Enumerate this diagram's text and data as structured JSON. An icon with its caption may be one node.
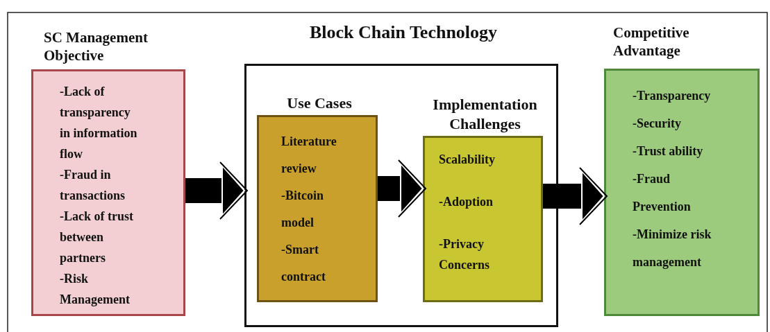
{
  "diagram": {
    "nodes": [
      {
        "text": [
          "SC Management Objective",
          "-Lack of transparency in information flow",
          "-Fraud in transactions",
          "-Lack of trust between partners",
          "-Risk Management"
        ]
      },
      {
        "text": [
          "Block Chain Technology"
        ]
      },
      {
        "text": [
          "Use Cases",
          "Literature review",
          "-Bitcoin model",
          "-Smart contract"
        ],
        "in": 1
      },
      {
        "text": [
          "Implementation Challenges",
          "Scalability",
          "-Adoption",
          "-Privacy Concerns"
        ],
        "in": 1
      },
      {
        "text": [
          "Competitive Advantage",
          "-Transparency",
          "-Security",
          "-Trust ability",
          "-Fraud Prevention",
          "-Minimize risk management"
        ]
      }
    ],
    "edges": [
      {
        "from": 0,
        "to": 1,
        "arrow": "to"
      },
      {
        "from": 2,
        "to": 3,
        "arrow": "to"
      },
      {
        "from": 3,
        "to": 4,
        "arrow": "to"
      }
    ]
  }
}
